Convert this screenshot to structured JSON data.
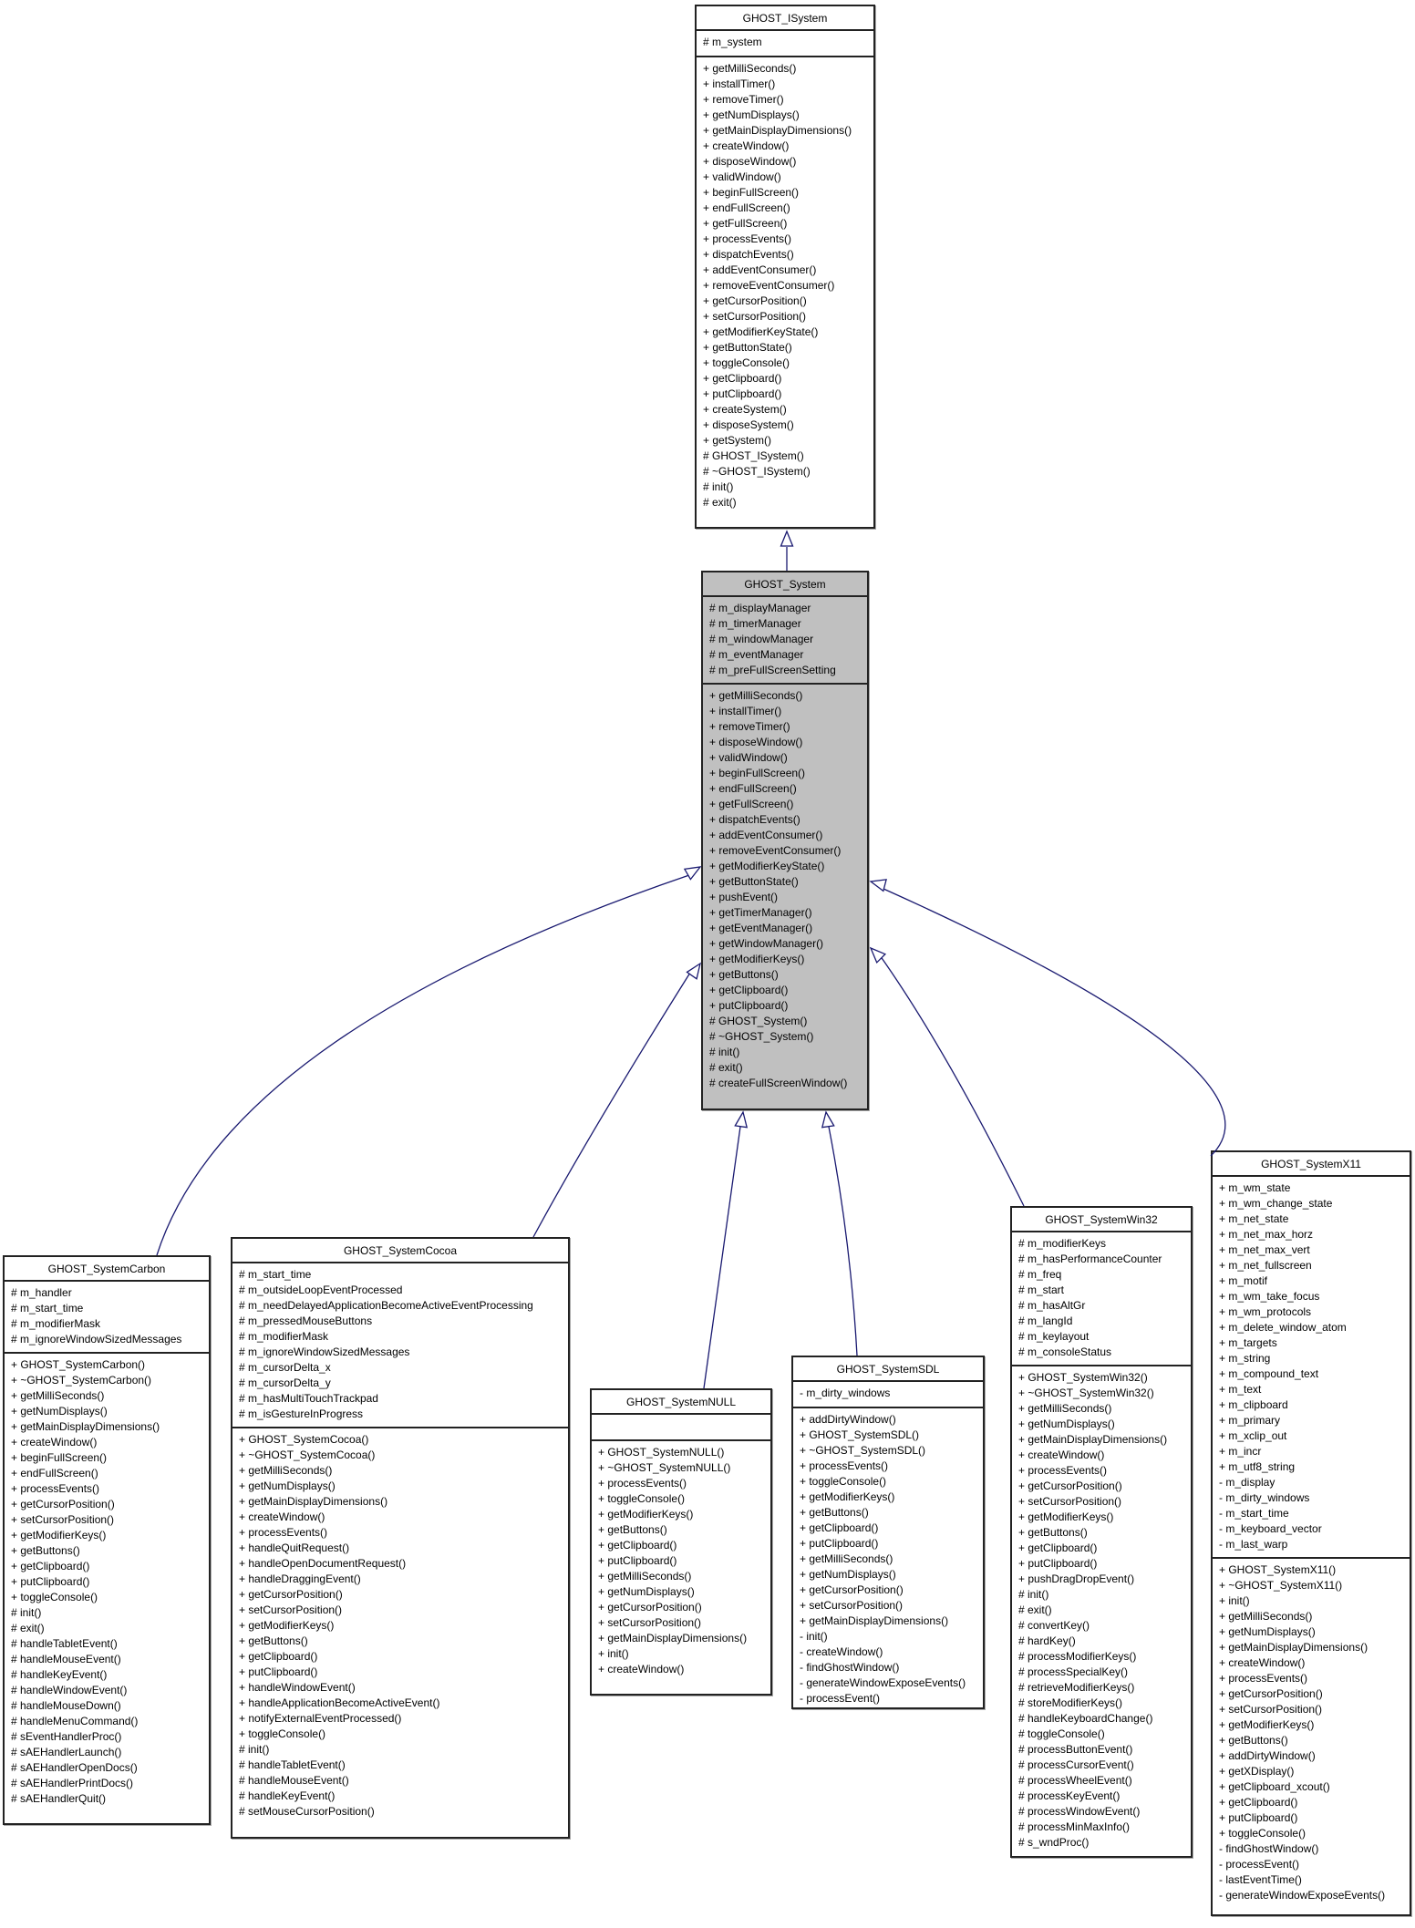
{
  "diagram": {
    "edge_color": "#191970",
    "node_bg": "#ffffff",
    "highlight_bg": "#c0c0c0",
    "classes": [
      {
        "name": "GHOST_ISystem",
        "highlighted": false,
        "attributes": [
          "# m_system"
        ],
        "methods": [
          "+ getMilliSeconds()",
          "+ installTimer()",
          "+ removeTimer()",
          "+ getNumDisplays()",
          "+ getMainDisplayDimensions()",
          "+ createWindow()",
          "+ disposeWindow()",
          "+ validWindow()",
          "+ beginFullScreen()",
          "+ endFullScreen()",
          "+ getFullScreen()",
          "+ processEvents()",
          "+ dispatchEvents()",
          "+ addEventConsumer()",
          "+ removeEventConsumer()",
          "+ getCursorPosition()",
          "+ setCursorPosition()",
          "+ getModifierKeyState()",
          "+ getButtonState()",
          "+ toggleConsole()",
          "+ getClipboard()",
          "+ putClipboard()",
          "+ createSystem()",
          "+ disposeSystem()",
          "+ getSystem()",
          "# GHOST_ISystem()",
          "# ~GHOST_ISystem()",
          "# init()",
          "# exit()"
        ]
      },
      {
        "name": "GHOST_System",
        "highlighted": true,
        "attributes": [
          "# m_displayManager",
          "# m_timerManager",
          "# m_windowManager",
          "# m_eventManager",
          "# m_preFullScreenSetting"
        ],
        "methods": [
          "+ getMilliSeconds()",
          "+ installTimer()",
          "+ removeTimer()",
          "+ disposeWindow()",
          "+ validWindow()",
          "+ beginFullScreen()",
          "+ endFullScreen()",
          "+ getFullScreen()",
          "+ dispatchEvents()",
          "+ addEventConsumer()",
          "+ removeEventConsumer()",
          "+ getModifierKeyState()",
          "+ getButtonState()",
          "+ pushEvent()",
          "+ getTimerManager()",
          "+ getEventManager()",
          "+ getWindowManager()",
          "+ getModifierKeys()",
          "+ getButtons()",
          "+ getClipboard()",
          "+ putClipboard()",
          "# GHOST_System()",
          "# ~GHOST_System()",
          "# init()",
          "# exit()",
          "# createFullScreenWindow()"
        ]
      },
      {
        "name": "GHOST_SystemCarbon",
        "highlighted": false,
        "attributes": [
          "# m_handler",
          "# m_start_time",
          "# m_modifierMask",
          "# m_ignoreWindowSizedMessages"
        ],
        "methods": [
          "+ GHOST_SystemCarbon()",
          "+ ~GHOST_SystemCarbon()",
          "+ getMilliSeconds()",
          "+ getNumDisplays()",
          "+ getMainDisplayDimensions()",
          "+ createWindow()",
          "+ beginFullScreen()",
          "+ endFullScreen()",
          "+ processEvents()",
          "+ getCursorPosition()",
          "+ setCursorPosition()",
          "+ getModifierKeys()",
          "+ getButtons()",
          "+ getClipboard()",
          "+ putClipboard()",
          "+ toggleConsole()",
          "# init()",
          "# exit()",
          "# handleTabletEvent()",
          "# handleMouseEvent()",
          "# handleKeyEvent()",
          "# handleWindowEvent()",
          "# handleMouseDown()",
          "# handleMenuCommand()",
          "# sEventHandlerProc()",
          "# sAEHandlerLaunch()",
          "# sAEHandlerOpenDocs()",
          "# sAEHandlerPrintDocs()",
          "# sAEHandlerQuit()"
        ]
      },
      {
        "name": "GHOST_SystemCocoa",
        "highlighted": false,
        "attributes": [
          "# m_start_time",
          "# m_outsideLoopEventProcessed",
          "# m_needDelayedApplicationBecomeActiveEventProcessing",
          "# m_pressedMouseButtons",
          "# m_modifierMask",
          "# m_ignoreWindowSizedMessages",
          "# m_cursorDelta_x",
          "# m_cursorDelta_y",
          "# m_hasMultiTouchTrackpad",
          "# m_isGestureInProgress"
        ],
        "methods": [
          "+ GHOST_SystemCocoa()",
          "+ ~GHOST_SystemCocoa()",
          "+ getMilliSeconds()",
          "+ getNumDisplays()",
          "+ getMainDisplayDimensions()",
          "+ createWindow()",
          "+ processEvents()",
          "+ handleQuitRequest()",
          "+ handleOpenDocumentRequest()",
          "+ handleDraggingEvent()",
          "+ getCursorPosition()",
          "+ setCursorPosition()",
          "+ getModifierKeys()",
          "+ getButtons()",
          "+ getClipboard()",
          "+ putClipboard()",
          "+ handleWindowEvent()",
          "+ handleApplicationBecomeActiveEvent()",
          "+ notifyExternalEventProcessed()",
          "+ toggleConsole()",
          "# init()",
          "# handleTabletEvent()",
          "# handleMouseEvent()",
          "# handleKeyEvent()",
          "# setMouseCursorPosition()"
        ]
      },
      {
        "name": "GHOST_SystemNULL",
        "highlighted": false,
        "attributes": [],
        "methods": [
          "+ GHOST_SystemNULL()",
          "+ ~GHOST_SystemNULL()",
          "+ processEvents()",
          "+ toggleConsole()",
          "+ getModifierKeys()",
          "+ getButtons()",
          "+ getClipboard()",
          "+ putClipboard()",
          "+ getMilliSeconds()",
          "+ getNumDisplays()",
          "+ getCursorPosition()",
          "+ setCursorPosition()",
          "+ getMainDisplayDimensions()",
          "+ init()",
          "+ createWindow()"
        ]
      },
      {
        "name": "GHOST_SystemSDL",
        "highlighted": false,
        "attributes": [
          "- m_dirty_windows"
        ],
        "methods": [
          "+ addDirtyWindow()",
          "+ GHOST_SystemSDL()",
          "+ ~GHOST_SystemSDL()",
          "+ processEvents()",
          "+ toggleConsole()",
          "+ getModifierKeys()",
          "+ getButtons()",
          "+ getClipboard()",
          "+ putClipboard()",
          "+ getMilliSeconds()",
          "+ getNumDisplays()",
          "+ getCursorPosition()",
          "+ setCursorPosition()",
          "+ getMainDisplayDimensions()",
          "- init()",
          "- createWindow()",
          "- findGhostWindow()",
          "- generateWindowExposeEvents()",
          "- processEvent()"
        ]
      },
      {
        "name": "GHOST_SystemWin32",
        "highlighted": false,
        "attributes": [
          "# m_modifierKeys",
          "# m_hasPerformanceCounter",
          "# m_freq",
          "# m_start",
          "# m_hasAltGr",
          "# m_langId",
          "# m_keylayout",
          "# m_consoleStatus"
        ],
        "methods": [
          "+ GHOST_SystemWin32()",
          "+ ~GHOST_SystemWin32()",
          "+ getMilliSeconds()",
          "+ getNumDisplays()",
          "+ getMainDisplayDimensions()",
          "+ createWindow()",
          "+ processEvents()",
          "+ getCursorPosition()",
          "+ setCursorPosition()",
          "+ getModifierKeys()",
          "+ getButtons()",
          "+ getClipboard()",
          "+ putClipboard()",
          "+ pushDragDropEvent()",
          "# init()",
          "# exit()",
          "# convertKey()",
          "# hardKey()",
          "# processModifierKeys()",
          "# processSpecialKey()",
          "# retrieveModifierKeys()",
          "# storeModifierKeys()",
          "# handleKeyboardChange()",
          "# toggleConsole()",
          "# processButtonEvent()",
          "# processCursorEvent()",
          "# processWheelEvent()",
          "# processKeyEvent()",
          "# processWindowEvent()",
          "# processMinMaxInfo()",
          "# s_wndProc()"
        ]
      },
      {
        "name": "GHOST_SystemX11",
        "highlighted": false,
        "attributes": [
          "+ m_wm_state",
          "+ m_wm_change_state",
          "+ m_net_state",
          "+ m_net_max_horz",
          "+ m_net_max_vert",
          "+ m_net_fullscreen",
          "+ m_motif",
          "+ m_wm_take_focus",
          "+ m_wm_protocols",
          "+ m_delete_window_atom",
          "+ m_targets",
          "+ m_string",
          "+ m_compound_text",
          "+ m_text",
          "+ m_clipboard",
          "+ m_primary",
          "+ m_xclip_out",
          "+ m_incr",
          "+ m_utf8_string",
          "- m_display",
          "- m_dirty_windows",
          "- m_start_time",
          "- m_keyboard_vector",
          "- m_last_warp"
        ],
        "methods": [
          "+ GHOST_SystemX11()",
          "+ ~GHOST_SystemX11()",
          "+ init()",
          "+ getMilliSeconds()",
          "+ getNumDisplays()",
          "+ getMainDisplayDimensions()",
          "+ createWindow()",
          "+ processEvents()",
          "+ getCursorPosition()",
          "+ setCursorPosition()",
          "+ getModifierKeys()",
          "+ getButtons()",
          "+ addDirtyWindow()",
          "+ getXDisplay()",
          "+ getClipboard_xcout()",
          "+ getClipboard()",
          "+ putClipboard()",
          "+ toggleConsole()",
          "- findGhostWindow()",
          "- processEvent()",
          "- lastEventTime()",
          "- generateWindowExposeEvents()"
        ]
      }
    ],
    "relations": [
      {
        "from": "GHOST_System",
        "to": "GHOST_ISystem",
        "type": "generalization"
      },
      {
        "from": "GHOST_SystemCarbon",
        "to": "GHOST_System",
        "type": "generalization"
      },
      {
        "from": "GHOST_SystemCocoa",
        "to": "GHOST_System",
        "type": "generalization"
      },
      {
        "from": "GHOST_SystemNULL",
        "to": "GHOST_System",
        "type": "generalization"
      },
      {
        "from": "GHOST_SystemSDL",
        "to": "GHOST_System",
        "type": "generalization"
      },
      {
        "from": "GHOST_SystemWin32",
        "to": "GHOST_System",
        "type": "generalization"
      },
      {
        "from": "GHOST_SystemX11",
        "to": "GHOST_System",
        "type": "generalization"
      }
    ]
  }
}
